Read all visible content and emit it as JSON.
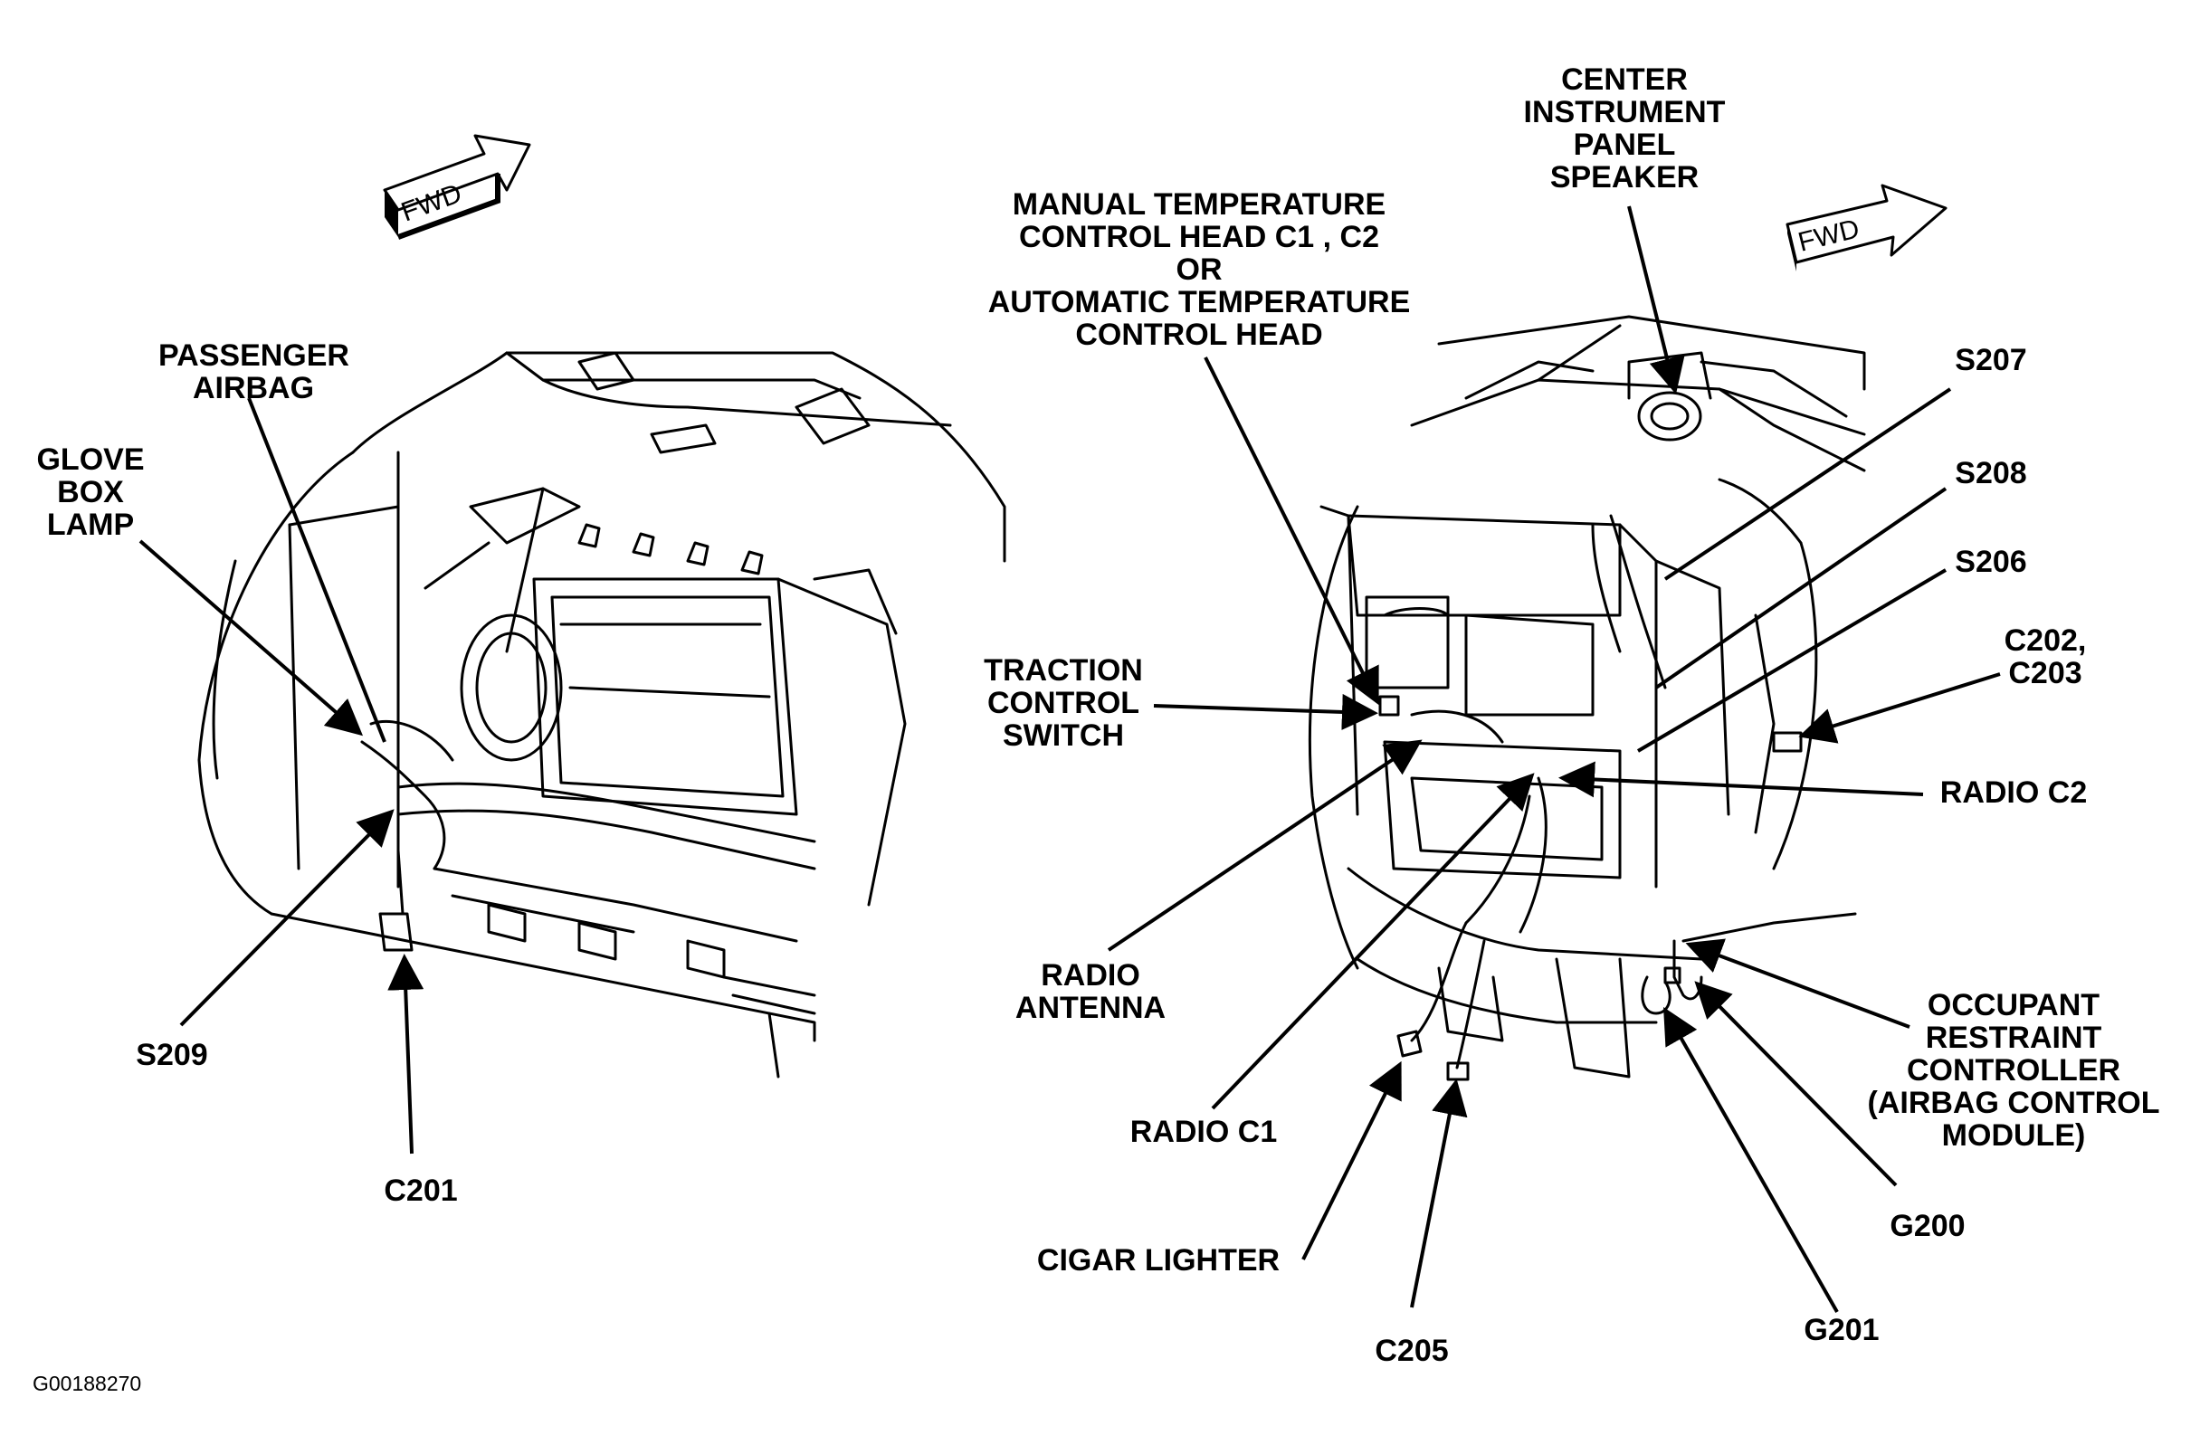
{
  "figure_id": "G00188270",
  "fwd_label": "FWD",
  "left_view": {
    "callouts": [
      {
        "id": "passenger-airbag",
        "text": "PASSENGER\nAIRBAG"
      },
      {
        "id": "glove-box-lamp",
        "text": "GLOVE\nBOX\nLAMP"
      },
      {
        "id": "s209",
        "text": "S209"
      },
      {
        "id": "c201",
        "text": "C201"
      }
    ]
  },
  "right_view": {
    "callouts": [
      {
        "id": "center-speaker",
        "text": "CENTER\nINSTRUMENT\nPANEL\nSPEAKER"
      },
      {
        "id": "temp-control",
        "text": "MANUAL TEMPERATURE\nCONTROL HEAD C1 , C2\nOR\nAUTOMATIC TEMPERATURE\nCONTROL HEAD"
      },
      {
        "id": "s207",
        "text": "S207"
      },
      {
        "id": "s208",
        "text": "S208"
      },
      {
        "id": "s206",
        "text": "S206"
      },
      {
        "id": "c202-c203",
        "text": "C202,\nC203"
      },
      {
        "id": "traction-control",
        "text": "TRACTION\nCONTROL\nSWITCH"
      },
      {
        "id": "radio-c2",
        "text": "RADIO C2"
      },
      {
        "id": "radio-antenna",
        "text": "RADIO\nANTENNA"
      },
      {
        "id": "occupant-restraint",
        "text": "OCCUPANT\nRESTRAINT\nCONTROLLER\n(AIRBAG CONTROL\nMODULE)"
      },
      {
        "id": "radio-c1",
        "text": "RADIO C1"
      },
      {
        "id": "g200",
        "text": "G200"
      },
      {
        "id": "cigar-lighter",
        "text": "CIGAR LIGHTER"
      },
      {
        "id": "g201",
        "text": "G201"
      },
      {
        "id": "c205",
        "text": "C205"
      }
    ]
  }
}
